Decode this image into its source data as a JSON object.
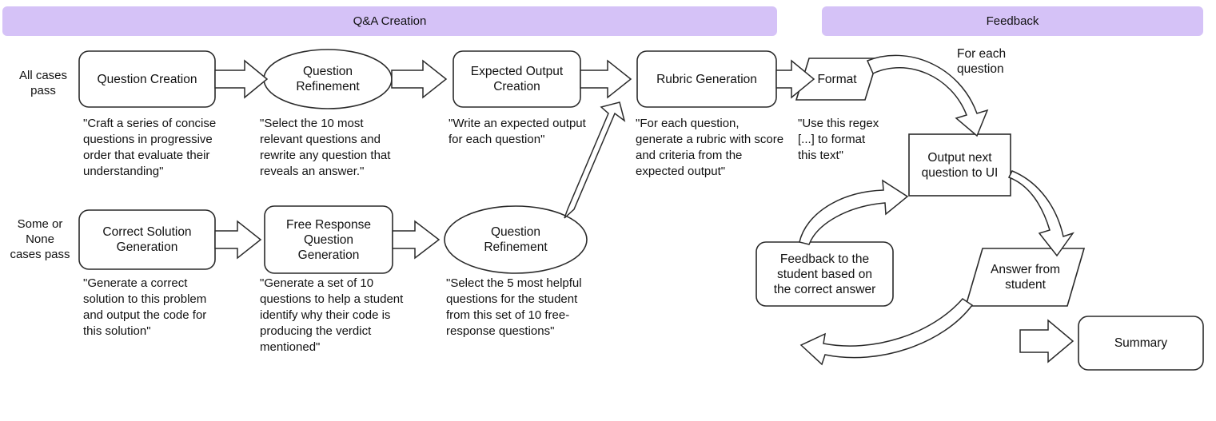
{
  "banners": [
    {
      "id": "qa-creation",
      "label": "Q&A Creation",
      "color": "#d5c2f7"
    },
    {
      "id": "feedback",
      "label": "Feedback",
      "color": "#d5c2f7"
    }
  ],
  "lanes": {
    "top_condition": "All cases\npass",
    "bottom_condition": "Some or\nNone\ncases pass"
  },
  "qa_creation": {
    "top_row": [
      {
        "id": "question-creation",
        "shape": "rounded-rect",
        "label": "Question Creation",
        "note": "\"Craft a series of concise questions in progressive order that evaluate their understanding\""
      },
      {
        "id": "question-refinement-top",
        "shape": "ellipse",
        "label": "Question Refinement",
        "note": "\"Select the 10 most relevant questions and rewrite any question that reveals an answer.\""
      },
      {
        "id": "expected-output-creation",
        "shape": "rounded-rect",
        "label": "Expected Output Creation",
        "note": "\"Write an expected output for each question\""
      },
      {
        "id": "rubric-generation",
        "shape": "rounded-rect",
        "label": "Rubric Generation",
        "note": "\"For each question, generate a rubric with score and criteria from the expected output\""
      },
      {
        "id": "format",
        "shape": "parallelogram",
        "label": "Format",
        "note": "\"Use this regex [...] to format this text\""
      }
    ],
    "bottom_row": [
      {
        "id": "correct-solution-generation",
        "shape": "rounded-rect",
        "label": "Correct Solution Generation",
        "note": "\"Generate a correct solution to this problem and output the code for this solution\""
      },
      {
        "id": "free-response-question-generation",
        "shape": "rounded-rect",
        "label": "Free Response Question Generation",
        "note": "\"Generate a set of 10 questions to help a student identify why their code is producing the verdict mentioned\""
      },
      {
        "id": "question-refinement-bottom",
        "shape": "ellipse",
        "label": "Question Refinement",
        "note": "\"Select the 5 most helpful questions for the student from this set of 10 free-response questions\""
      }
    ]
  },
  "feedback_loop": {
    "edge_label": "For each question",
    "nodes": [
      {
        "id": "output-next-question",
        "shape": "rect",
        "label": "Output next question to UI"
      },
      {
        "id": "answer-from-student",
        "shape": "parallelogram",
        "label": "Answer from student"
      },
      {
        "id": "feedback-to-student",
        "shape": "rounded-rect",
        "label": "Feedback to the student based on the correct answer"
      },
      {
        "id": "summary",
        "shape": "rounded-rect",
        "label": "Summary"
      }
    ]
  },
  "labels": {
    "question_creation": "Question Creation",
    "question_refinement_top_l1": "Question",
    "question_refinement_top_l2": "Refinement",
    "expected_output_l1": "Expected Output",
    "expected_output_l2": "Creation",
    "rubric_generation": "Rubric Generation",
    "format": "Format",
    "correct_solution_l1": "Correct Solution",
    "correct_solution_l2": "Generation",
    "free_response_l1": "Free Response",
    "free_response_l2": "Question",
    "free_response_l3": "Generation",
    "question_refinement_bottom_l1": "Question",
    "question_refinement_bottom_l2": "Refinement",
    "output_next_l1": "Output next",
    "output_next_l2": "question to UI",
    "answer_from_student_l1": "Answer from",
    "answer_from_student_l2": "student",
    "feedback_l1": "Feedback to the",
    "feedback_l2": "student based on",
    "feedback_l3": "the correct answer",
    "summary": "Summary",
    "for_each_l1": "For each",
    "for_each_l2": "question",
    "all_cases_l1": "All cases",
    "all_cases_l2": "pass",
    "some_none_l1": "Some or",
    "some_none_l2": "None",
    "some_none_l3": "cases pass"
  },
  "notes": {
    "craft": "\"Craft a series of concise questions in progressive order that evaluate their understanding\"",
    "select10": "\"Select the 10 most relevant questions and rewrite any question that reveals an answer.\"",
    "write_expected": "\"Write an expected output for each question\"",
    "rubric": "\"For each question, generate a rubric with score and criteria from the expected output\"",
    "regex": "\"Use this regex [...] to format this text\"",
    "correct_solution": "\"Generate a correct solution to this problem and output the code for this solution\"",
    "free_response": "\"Generate a set of 10 questions to help a student identify why their code is producing the verdict mentioned\"",
    "select5": "\"Select the 5 most helpful questions for the student from this set of 10 free-response questions\""
  }
}
